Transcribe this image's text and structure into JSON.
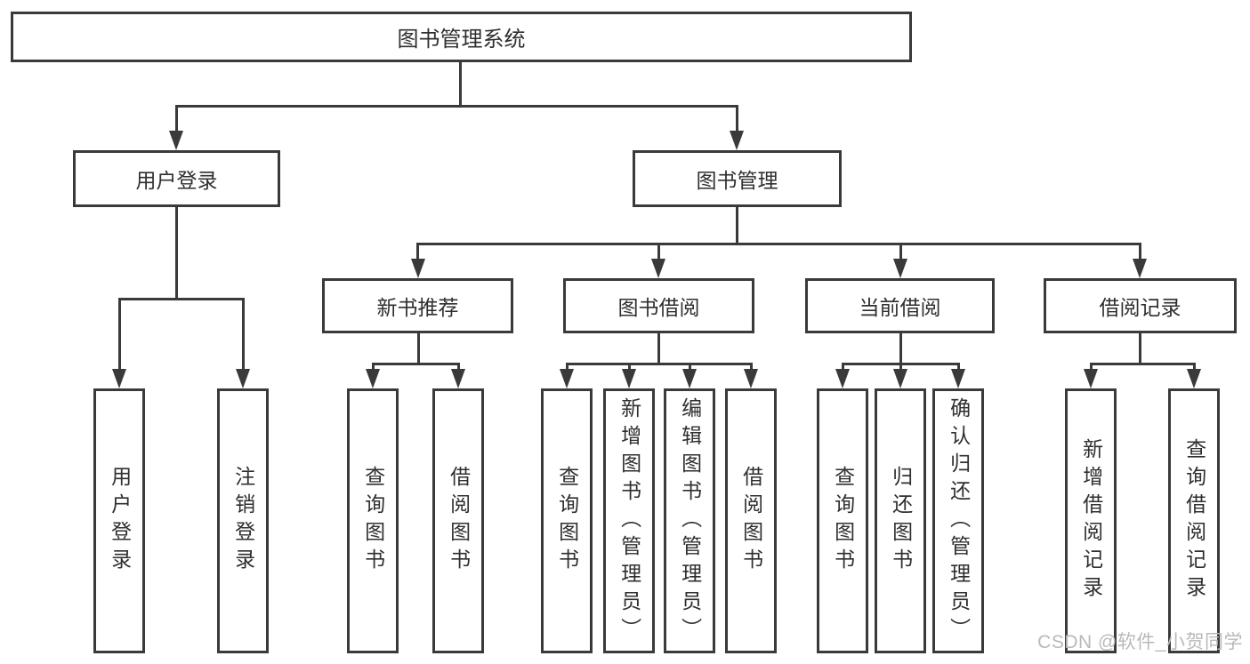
{
  "root": "图书管理系统",
  "level2": {
    "user_login": "用户登录",
    "book_management": "图书管理"
  },
  "level3": [
    "新书推荐",
    "图书借阅",
    "当前借阅",
    "借阅记录"
  ],
  "leaves": {
    "login": [
      "用户登录",
      "注销登录"
    ],
    "recommend": [
      "查询图书",
      "借阅图书"
    ],
    "borrow": [
      "查询图书",
      "新增图书（管理员）",
      "编辑图书（管理员）",
      "借阅图书"
    ],
    "current": [
      "查询图书",
      "归还图书",
      "确认归还（管理员）"
    ],
    "records": [
      "新增借阅记录",
      "查询借阅记录"
    ]
  },
  "watermark": "CSDN @软件_小贺同学",
  "colors": {
    "line": "#3a3a3a",
    "text": "#2f2f2f",
    "watermark": "#b9b9b9",
    "background": "#ffffff"
  }
}
